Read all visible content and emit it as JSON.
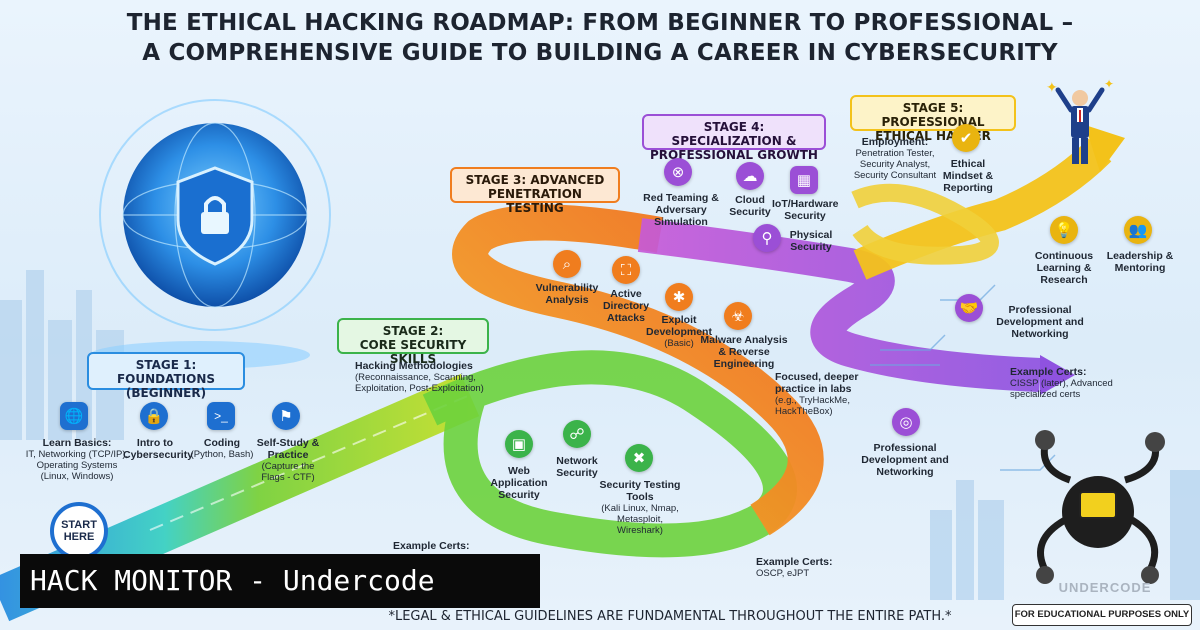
{
  "title": {
    "line1": "THE ETHICAL HACKING ROADMAP: FROM BEGINNER TO PROFESSIONAL –",
    "line2": "A COMPREHENSIVE GUIDE TO BUILDING A CAREER IN CYBERSECURITY"
  },
  "start": {
    "line1": "START",
    "line2": "HERE"
  },
  "stages": {
    "s1": {
      "line1": "STAGE 1: FOUNDATIONS",
      "line2": "(BEGINNER)",
      "color": "#2a8de0"
    },
    "s2": {
      "line1": "STAGE 2:",
      "line2": "CORE SECURITY SKILLS",
      "color": "#3bb34a"
    },
    "s3": {
      "line1": "STAGE 3: ADVANCED",
      "line2": "PENETRATION TESTING",
      "color": "#f07d1e"
    },
    "s4": {
      "line1": "STAGE 4: SPECIALIZATION &",
      "line2": "PROFESSIONAL GROWTH",
      "color": "#9b4fd6"
    },
    "s5": {
      "line1": "STAGE 5: PROFESSIONAL",
      "line2": "ETHICAL HACKER",
      "color": "#f3c21a"
    }
  },
  "stage1_items": [
    {
      "title": "Learn Basics:",
      "detail": "IT, Networking (TCP/IP), Operating Systems (Linux, Windows)",
      "icon": "globe-icon"
    },
    {
      "title": "Intro to Cybersecurity",
      "detail": "",
      "icon": "lock-icon"
    },
    {
      "title": "Coding",
      "detail": "(Python, Bash)",
      "icon": "terminal-icon"
    },
    {
      "title": "Self-Study & Practice",
      "detail": "(Capture the Flags - CTF)",
      "icon": "flag-icon"
    }
  ],
  "stage2": {
    "methods_title": "Hacking Methodologies",
    "methods_detail": "(Reconnaissance, Scanning, Exploitation, Post-Exploitation)",
    "items": [
      {
        "title": "Web Application Security",
        "icon": "browser-icon"
      },
      {
        "title": "Network Security",
        "icon": "network-icon"
      },
      {
        "title": "Security Testing Tools",
        "detail": "(Kali Linux, Nmap, Metasploit, Wireshark)",
        "icon": "tools-icon"
      }
    ],
    "certs": "Example Certs:"
  },
  "stage3": {
    "items": [
      {
        "title": "Vulnerability Analysis",
        "icon": "magnifier-icon"
      },
      {
        "title": "Active Directory Attacks",
        "icon": "hierarchy-icon"
      },
      {
        "title": "Exploit Development",
        "detail": "(Basic)",
        "icon": "bug-icon"
      },
      {
        "title": "Malware Analysis & Reverse Engineering",
        "icon": "malware-icon"
      }
    ],
    "labs_title": "Focused, deeper practice in labs",
    "labs_detail": "(e.g., TryHackMe, HackTheBox)",
    "certs_title": "Example Certs:",
    "certs_detail": "OSCP, eJPT"
  },
  "stage4": {
    "items": [
      {
        "title": "Red Teaming & Adversary Simulation",
        "icon": "target-icon"
      },
      {
        "title": "Cloud Security",
        "icon": "cloud-icon"
      },
      {
        "title": "IoT/Hardware Security",
        "icon": "chip-icon"
      },
      {
        "title": "Physical Security",
        "icon": "badge-icon"
      }
    ],
    "prof_dev": "Professional Development and Networking",
    "prof_dev2": "Professional Development and Networking",
    "certs_title": "Example Certs:",
    "certs_detail": "CISSP (later), Advanced specialized certs"
  },
  "stage5": {
    "employment_title": "Employment:",
    "employment_detail": "Penetration Tester, Security Analyst, Security Consultant",
    "items": [
      {
        "title": "Ethical Mindset & Reporting",
        "icon": "check-icon"
      },
      {
        "title": "Continuous Learning & Research",
        "icon": "lightbulb-icon"
      },
      {
        "title": "Leadership & Mentoring",
        "icon": "team-icon"
      }
    ]
  },
  "banner": "HACK MONITOR - Undercode",
  "footer": "*LEGAL & ETHICAL GUIDELINES ARE FUNDAMENTAL THROUGHOUT THE ENTIRE PATH.*",
  "edu": "FOR EDUCATIONAL PURPOSES ONLY",
  "logo_text": "UNDERCODE"
}
